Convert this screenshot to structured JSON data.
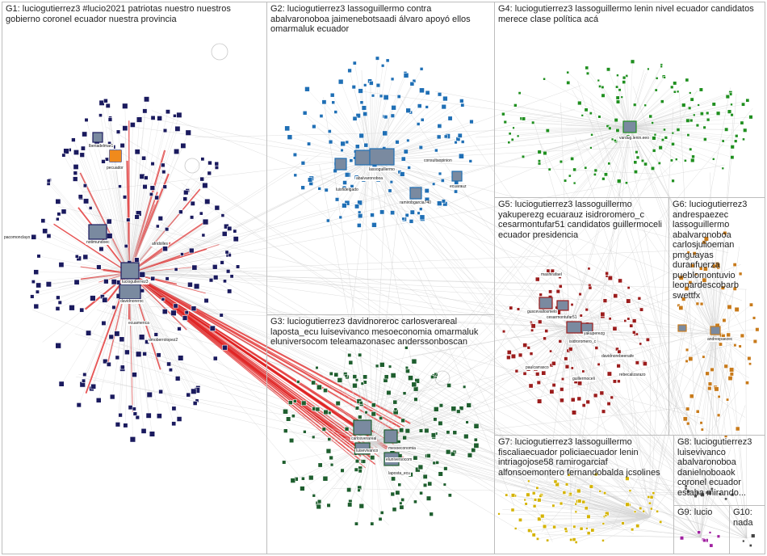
{
  "groups": [
    {
      "id": "G1",
      "title": "G1: luciogutierrez3 #lucio2021 patriotas nuestro nuestros gobierno coronel ecuador nuestra provincia",
      "color": "#1a1a5e"
    },
    {
      "id": "G2",
      "title": "G2: luciogutierrez3 lassoguillermo contra abalvaronoboa jaimenebotsaadi álvaro apoyó ellos omarmaluk ecuador",
      "color": "#1f6fb5"
    },
    {
      "id": "G3",
      "title": "G3: luciogutierrez3 davidnoreroc carlosverareal laposta_ecu luisevivanco mesoeconomia omarmaluk eluniversocom teleamazonasec anderssonboscan",
      "color": "#1e5e2e"
    },
    {
      "id": "G4",
      "title": "G4: luciogutierrez3 lassoguillermo lenin nivel ecuador candidatos merece clase política acá",
      "color": "#1f8f1f"
    },
    {
      "id": "G5",
      "title": "G5: luciogutierrez3 lassoguillermo yakuperezg ecuarauz isidroromero_c cesarmontufar51 candidatos guillermoceli ecuador presidencia",
      "color": "#9b1c1c"
    },
    {
      "id": "G6",
      "title": "G6: luciogutierrez3 andrespaezec lassoguillermo abalvaronoboa carlosjulioeman pmguayas duranfuerza pueblomontuvio leonardescobarb swettfx",
      "color": "#c87a1a"
    },
    {
      "id": "G7",
      "title": "G7: luciogutierrez3 lassoguillermo fiscaliaecuador policiaecuador lenin intriagojose58 ramirogarciaf alfonsoemontero fernandobalda jcsolines",
      "color": "#d4b300"
    },
    {
      "id": "G8",
      "title": "G8: luciogutierrez3 luisevivanco abalvaronoboa danielnoboaok coronel ecuador estaba mirando...",
      "color": "#555555"
    },
    {
      "id": "G9",
      "title": "G9: lucio",
      "color": "#a020a0"
    },
    {
      "id": "G10",
      "title": "G10: nada",
      "color": "#444444"
    }
  ],
  "hub_labels": [
    {
      "text": "luciogutierrez3",
      "group": "G1"
    },
    {
      "text": "davidnoreroc",
      "group": "G1"
    },
    {
      "text": "ecuamerica",
      "group": "G1"
    },
    {
      "text": "dmoberrolopez2",
      "group": "G1"
    },
    {
      "text": "pecuador",
      "group": "G1"
    },
    {
      "text": "notimundoec",
      "group": "G1"
    },
    {
      "text": "lberiadelmar1",
      "group": "G1"
    },
    {
      "text": "afridolles",
      "group": "G1"
    },
    {
      "text": "pacomonclayo",
      "group": "G1"
    },
    {
      "text": "lassoguillermo",
      "group": "G2"
    },
    {
      "text": "abalvaronoboa",
      "group": "G2"
    },
    {
      "text": "luisfidelgado",
      "group": "G2"
    },
    {
      "text": "consultaopinion",
      "group": "G2"
    },
    {
      "text": "ecuarauz",
      "group": "G2"
    },
    {
      "text": "ramirobgarcia740",
      "group": "G2"
    },
    {
      "text": "vardug.lenin.eeo",
      "group": "G4"
    },
    {
      "text": "mashirafael",
      "group": "G5"
    },
    {
      "text": "guscevallosmelo",
      "group": "G5"
    },
    {
      "text": "cesarmontufar51",
      "group": "G5"
    },
    {
      "text": "yakuperezg",
      "group": "G5"
    },
    {
      "text": "isidroromero_c",
      "group": "G5"
    },
    {
      "text": "paulcarrasco",
      "group": "G5"
    },
    {
      "text": "guillermoceli",
      "group": "G5"
    },
    {
      "text": "rebecalizarazo",
      "group": "G5"
    },
    {
      "text": "davidnorebeenafe",
      "group": "G5"
    },
    {
      "text": "andrespaezec",
      "group": "G6"
    },
    {
      "text": "carlosverareal",
      "group": "G3"
    },
    {
      "text": "luisevivanco",
      "group": "G3"
    },
    {
      "text": "mesoeconomia",
      "group": "G3"
    },
    {
      "text": "laposta_ecu",
      "group": "G3"
    },
    {
      "text": "eluniversocom",
      "group": "G3"
    }
  ]
}
